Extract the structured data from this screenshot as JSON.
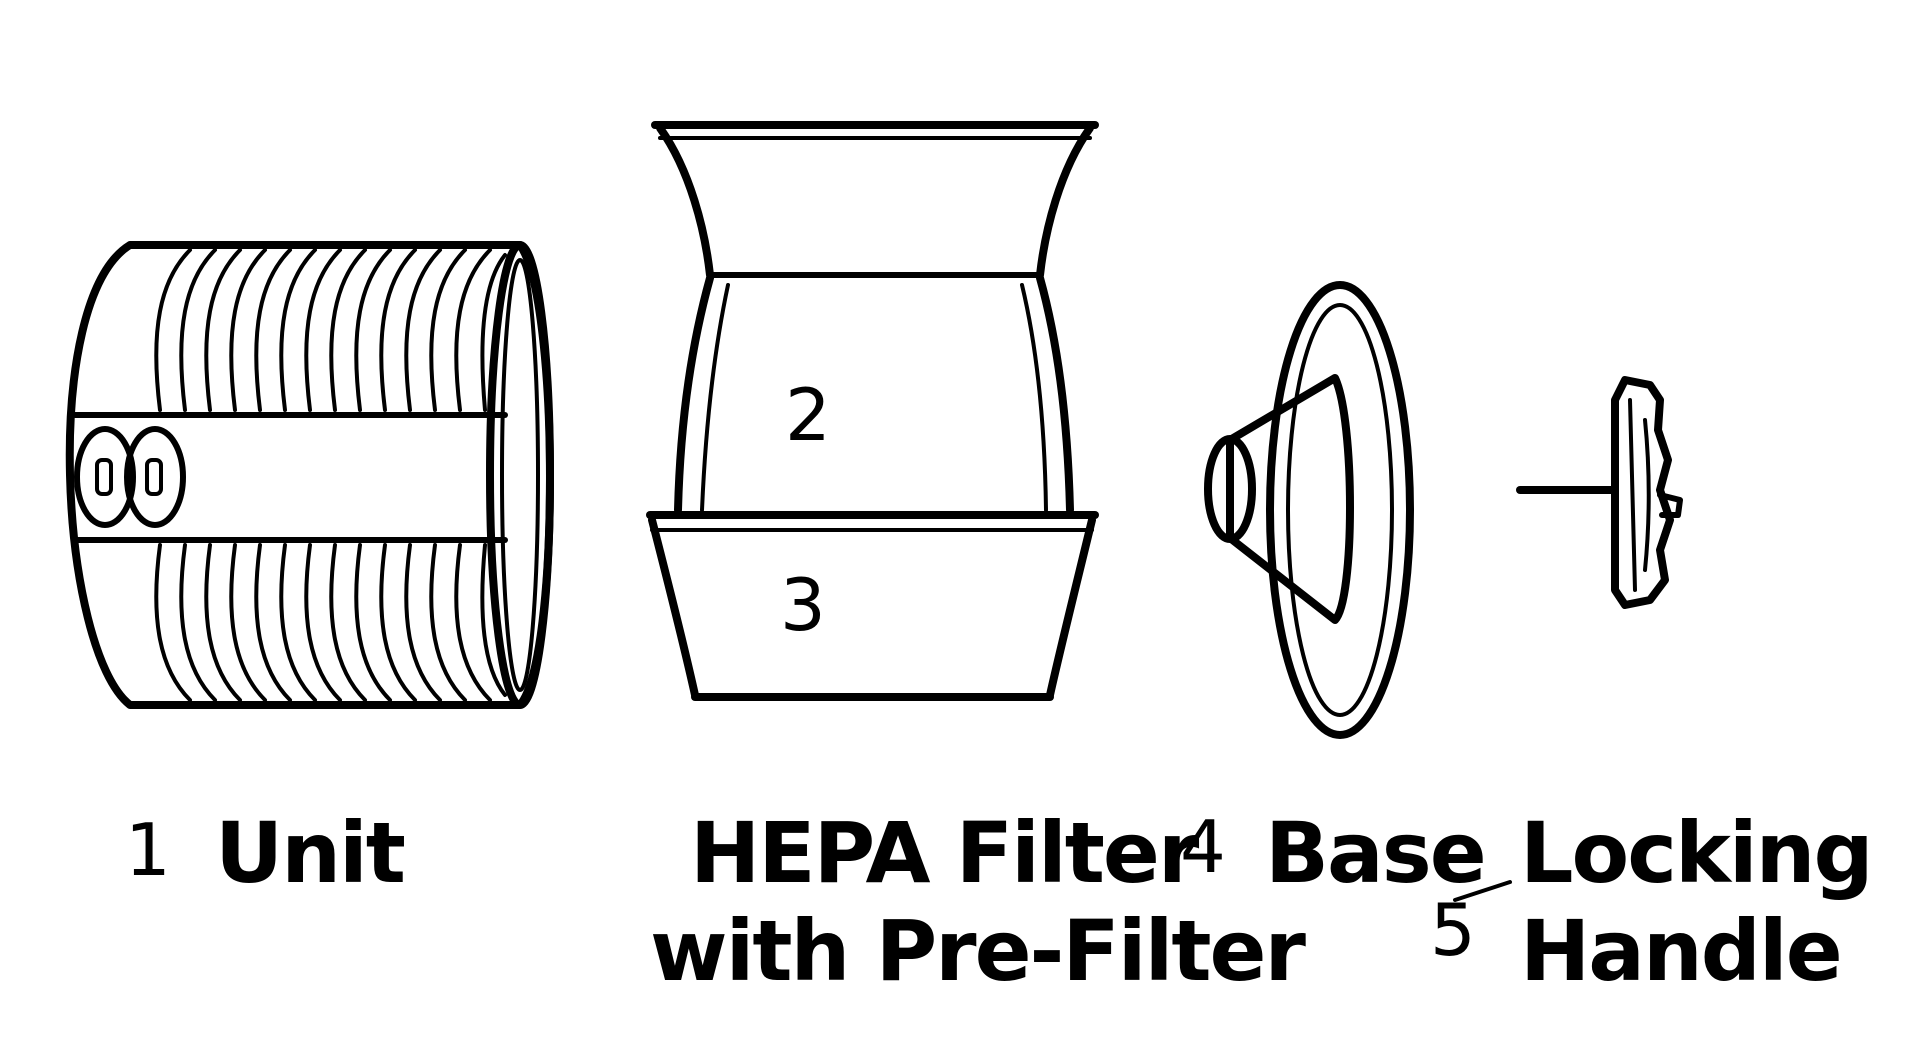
{
  "parts": [
    {
      "number": "1",
      "name": "Unit"
    },
    {
      "number": "2",
      "name": ""
    },
    {
      "number": "3",
      "name": ""
    },
    {
      "number": "4",
      "name": "Base"
    },
    {
      "number": "5",
      "name": ""
    }
  ],
  "filter_label": {
    "line1": "HEPA Filter",
    "line2": "with Pre-Filter"
  },
  "handle_label": {
    "line1": "Locking",
    "line2": "Handle"
  }
}
